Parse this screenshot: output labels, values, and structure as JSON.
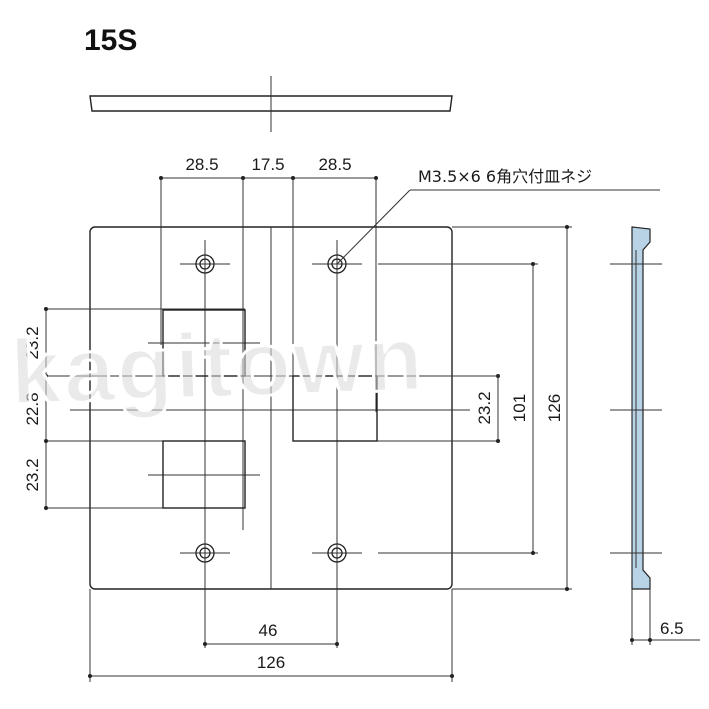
{
  "title": "15S",
  "screw_label": "M3.5×6 6角穴付皿ネジ",
  "watermark": "kagitown",
  "dimensions": {
    "top_left": "28.5",
    "top_mid": "17.5",
    "top_right": "28.5",
    "left_upper": "23.2",
    "left_mid": "22.8",
    "left_lower": "23.2",
    "right_inner": "23.2",
    "right_pitch": "101",
    "right_total": "126",
    "bottom_pitch": "46",
    "bottom_total": "126",
    "side_thickness": "6.5"
  },
  "colors": {
    "plate_edge": "#b9d3e6"
  }
}
